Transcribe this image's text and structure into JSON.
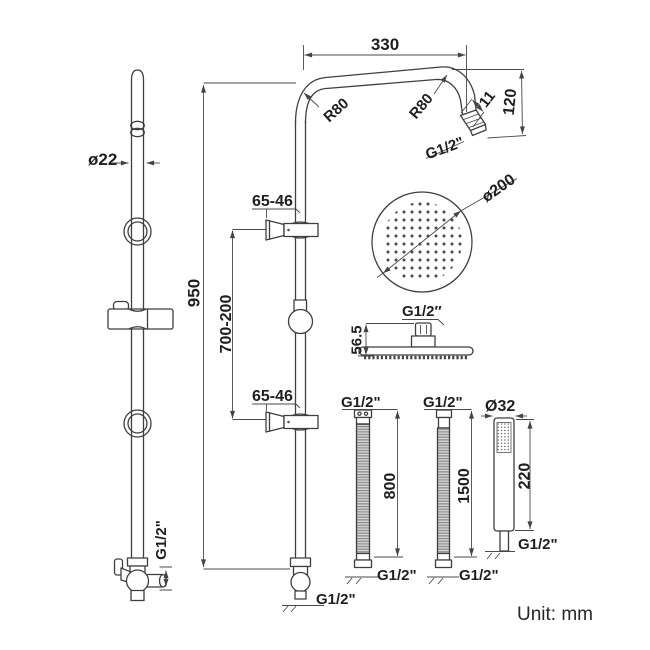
{
  "drawing": {
    "unit_note": "Unit: mm",
    "slide_rail": {
      "diameter_label": "ø22",
      "outlet_thread_label": "G1/2\""
    },
    "riser": {
      "height_label": "950",
      "bracket_adjust_label": "700-200",
      "top_bracket_label": "65-46",
      "bottom_bracket_label": "65-46",
      "bottom_thread_label": "G1/2\""
    },
    "arm": {
      "reach_label": "330",
      "left_radius_label": "R80",
      "right_radius_label": "R80",
      "thread_length_label": "11",
      "drop_label": "120",
      "thread_label": "G1/2\""
    },
    "head": {
      "diameter_label": "ø200",
      "thread_label": "G1/2″",
      "height_label": "56.5"
    },
    "short_hose": {
      "top_thread_label": "G1/2\"",
      "length_label": "800",
      "bottom_thread_label": "G1/2\""
    },
    "long_hose": {
      "top_thread_label": "G1/2\"",
      "length_label": "1500",
      "bottom_thread_label": "G1/2\""
    },
    "hand_shower": {
      "diameter_label": "Ø32",
      "length_label": "220",
      "thread_label": "G1/2\""
    }
  }
}
